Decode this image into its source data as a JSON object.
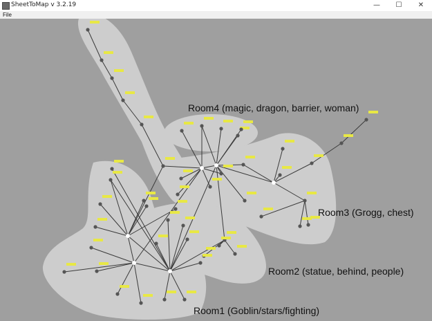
{
  "window": {
    "title": "SheetToMap v 3.2.19",
    "minimize_glyph": "—",
    "maximize_glyph": "☐",
    "close_glyph": "✕"
  },
  "menu": {
    "file_label": "File"
  },
  "rooms": {
    "room4": "Room4 (magic, dragon, barrier, woman)",
    "room3": "Room3 (Grogg, chest)",
    "room2": "Room2 (statue, behind, people)",
    "room1": "Room1 (Goblin/stars/fighting)"
  },
  "colors": {
    "background": "#9f9f9f",
    "region": "#cdcdcd",
    "node": "#555555",
    "hub": "#ffffff",
    "edge": "#3a3a3a",
    "tag": "#e8e845"
  }
}
